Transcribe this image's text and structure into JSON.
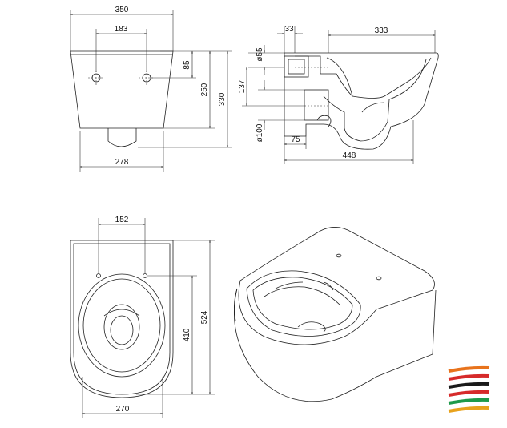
{
  "front_view": {
    "width_total": "350",
    "hole_spacing": "183",
    "hole_height": "85",
    "height_upper": "250",
    "height_total": "330",
    "base_width": "278"
  },
  "side_view": {
    "offset_top": "33",
    "depth_bowl": "333",
    "outlet_diameter": "ø55",
    "inlet_spacing": "137",
    "drain_diameter": "ø100",
    "outlet_offset": "75",
    "overall_length": "448"
  },
  "top_view": {
    "hole_spacing": "152",
    "bowl_length": "410",
    "overall_length": "524",
    "width": "270"
  },
  "logo": {
    "colors": [
      "#e8731c",
      "#d62a2a",
      "#1a1a1a",
      "#d62a2a",
      "#1e9a4a",
      "#e8a21c"
    ]
  }
}
